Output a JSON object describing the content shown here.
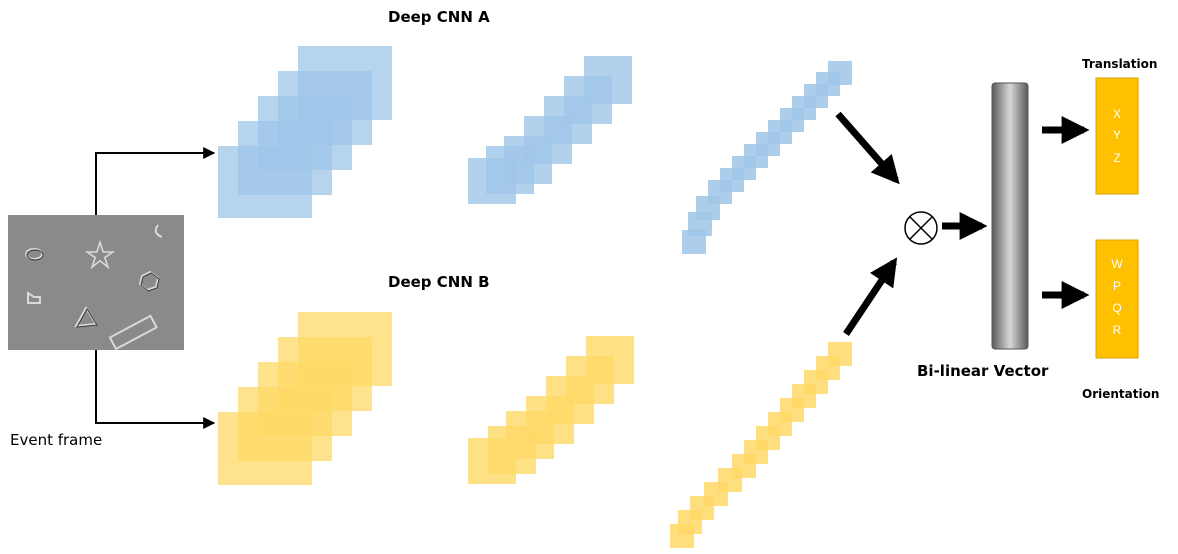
{
  "labels": {
    "cnn_a": "Deep CNN  A",
    "cnn_b": "Deep CNN  B",
    "event_frame": "Event frame",
    "bilinear_vector": "Bi-linear Vector",
    "translation": "Translation",
    "orientation": "Orientation"
  },
  "outer_product_symbol": "⊗",
  "translation_outputs": [
    "X",
    "Y",
    "Z"
  ],
  "orientation_outputs": [
    "W",
    "P",
    "Q",
    "R"
  ],
  "colors": {
    "blue_layer": "#9fc5e8",
    "blue_overlap": "#6fa8dc",
    "yellow_layer": "#ffd966",
    "yellow_overlap": "#ffc000",
    "output_box": "#ffc000",
    "event_frame_bg": "#8a8a8a",
    "arrow": "#000000"
  }
}
